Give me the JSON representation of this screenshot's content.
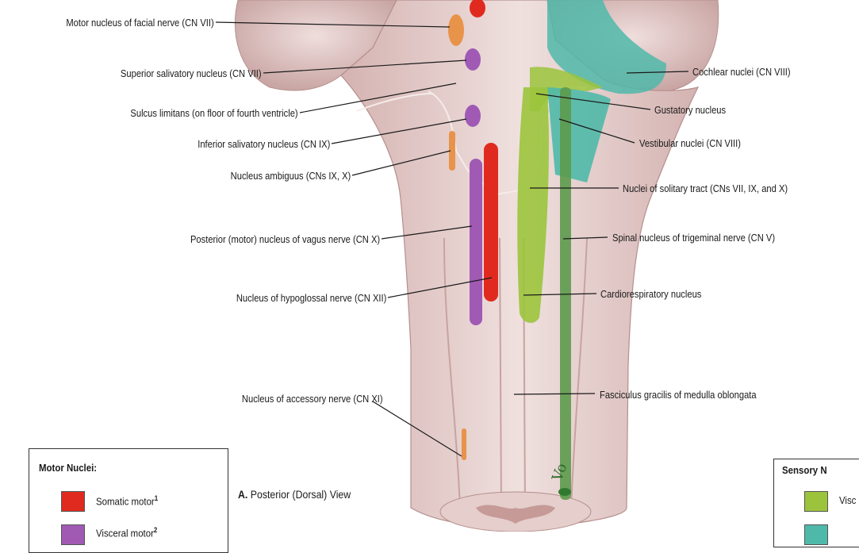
{
  "labels_left": [
    "Motor nucleus of facial nerve (CN VII)",
    "Superior salivatory nucleus (CN VII)",
    "Sulcus limitans (on floor of fourth ventricle)",
    "Inferior salivatory nucleus (CN IX)",
    "Nucleus ambiguus (CNs IX, X)",
    "Posterior (motor) nucleus of vagus nerve (CN X)",
    "Nucleus of hypoglossal nerve (CN XII)",
    "Nucleus of accessory nerve (CN XI)"
  ],
  "labels_right": [
    "Cochlear nuclei (CN VIII)",
    "Gustatory nucleus",
    "Vestibular nuclei (CN VIII)",
    "Nuclei of solitary tract (CNs VII, IX, and X)",
    "Spinal nucleus of trigeminal nerve (CN V)",
    "Cardiorespiratory nucleus",
    "Fasciculus gracilis of medulla oblongata"
  ],
  "caption": {
    "letter": "A.",
    "text": "Posterior (Dorsal) View"
  },
  "legend_motor": {
    "title": "Motor Nuclei:",
    "items": [
      {
        "label": "Somatic motor",
        "sup": "1",
        "color": "#e02a1f"
      },
      {
        "label": "Visceral motor",
        "sup": "2",
        "color": "#a05ab4"
      }
    ]
  },
  "legend_sensory": {
    "title": "Sensory N",
    "items": [
      {
        "label": "Visc",
        "color": "#9bc43c"
      },
      {
        "label": "",
        "color": "#4fb9a9"
      }
    ]
  },
  "colors": {
    "tissue": "#ead8d6",
    "tissue_shadow": "#caa7a5",
    "somatic_motor": "#e02a1f",
    "visceral_motor": "#a05ab4",
    "branchial_motor": "#e8934a",
    "visceral_sensory": "#9bc43c",
    "special_sensory": "#4fb9a9",
    "general_sensory": "#5d9a4c"
  }
}
